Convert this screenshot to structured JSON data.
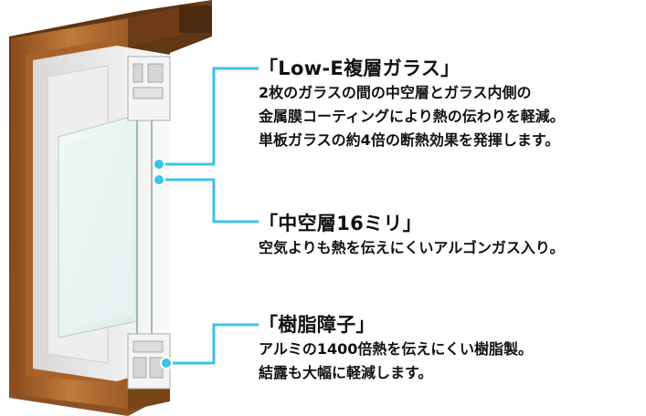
{
  "callouts": {
    "low_e": {
      "title": "「Low-E複層ガラス」",
      "lines": [
        "2枚のガラスの間の中空層とガラス内側の",
        "金属膜コーティングにより熱の伝わりを軽減。",
        "単板ガラスの約4倍の断熱効果を発揮します。"
      ]
    },
    "air_layer": {
      "title": "「中空層16ミリ」",
      "lines": [
        "空気よりも熱を伝えにくいアルゴンガス入り。"
      ]
    },
    "resin_frame": {
      "title": "「樹脂障子」",
      "lines": [
        "アルミの1400倍熱を伝えにくい樹脂製。",
        "結露も大幅に軽減します。"
      ]
    }
  },
  "colors": {
    "leader_line": "#3cc3e8",
    "wood_frame": "#b06a2c",
    "wood_dark": "#6e3d17",
    "resin_white": "#f1f1f1",
    "glass": "#e4f1f0"
  }
}
